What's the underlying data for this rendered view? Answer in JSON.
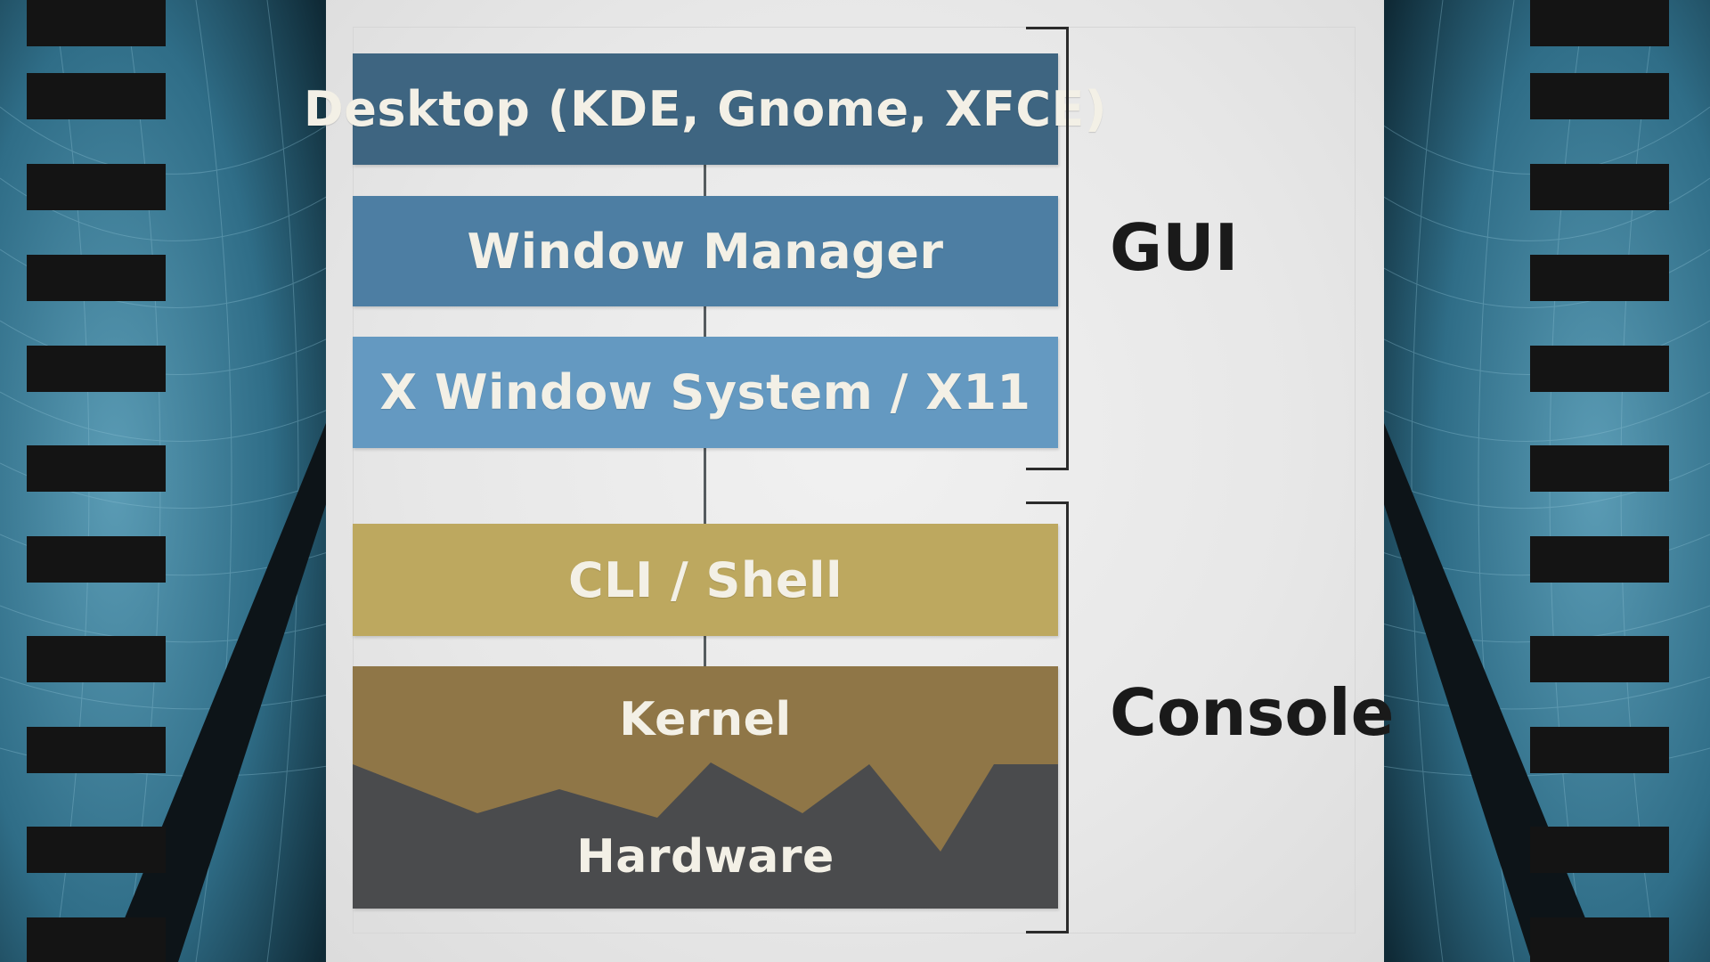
{
  "diagram": {
    "layers": [
      {
        "id": "desktop",
        "label": "Desktop (KDE, Gnome, XFCE)",
        "color": "#3e6581"
      },
      {
        "id": "window-manager",
        "label": "Window Manager",
        "color": "#4d7ea3"
      },
      {
        "id": "x-window-system",
        "label": "X Window System / X11",
        "color": "#6499c1"
      },
      {
        "id": "cli-shell",
        "label": "CLI / Shell",
        "color": "#bda85f"
      },
      {
        "id": "kernel",
        "label": "Kernel",
        "color": "#8f7647"
      },
      {
        "id": "hardware",
        "label": "Hardware",
        "color": "#4a4b4d"
      }
    ],
    "groups": [
      {
        "id": "gui",
        "label": "GUI",
        "members": [
          "desktop",
          "window-manager",
          "x-window-system"
        ]
      },
      {
        "id": "console",
        "label": "Console",
        "members": [
          "cli-shell",
          "kernel",
          "hardware"
        ]
      }
    ],
    "colors": {
      "background": "#e9e9e9",
      "connector": "#555b5e",
      "bracket": "#2b2b2b",
      "label_text": "#f3f0e6",
      "group_text": "#1a1a1a",
      "backdrop": "#3d7f9a"
    }
  }
}
